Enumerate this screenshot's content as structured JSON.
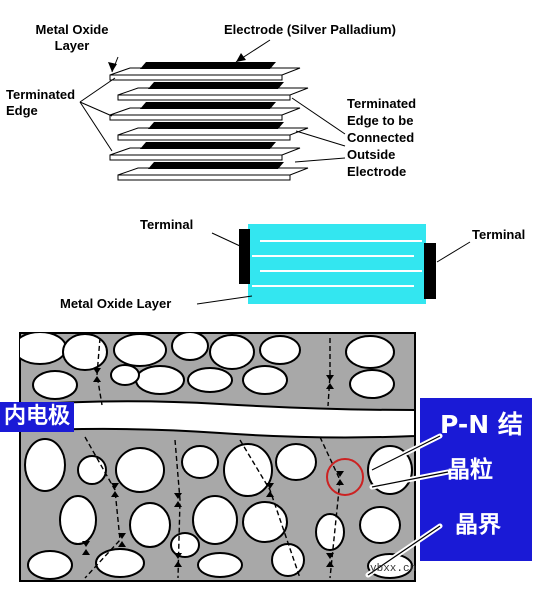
{
  "top_diagram": {
    "metal_oxide_layer": "Metal Oxide\nLayer",
    "electrode": "Electrode (Silver Palladium)",
    "terminated_edge": "Terminated\nEdge",
    "terminated_edge_connected": "Terminated\nEdge to be\nConnected\nOutside\nElectrode"
  },
  "middle_diagram": {
    "terminal_left": "Terminal",
    "terminal_right": "Terminal",
    "metal_oxide_layer": "Metal Oxide Layer"
  },
  "bottom_diagram": {
    "inner_electrode": "内电极",
    "pn_junction": "P-N 结",
    "grain": "晶粒",
    "grain_boundary": "晶界",
    "watermark": "ybxx.cn"
  },
  "colors": {
    "layer_fill": "#33e6f0",
    "panel_blue": "#1a1ad6",
    "matrix_gray": "#a8a8a8",
    "circle_red": "#cc2222"
  }
}
